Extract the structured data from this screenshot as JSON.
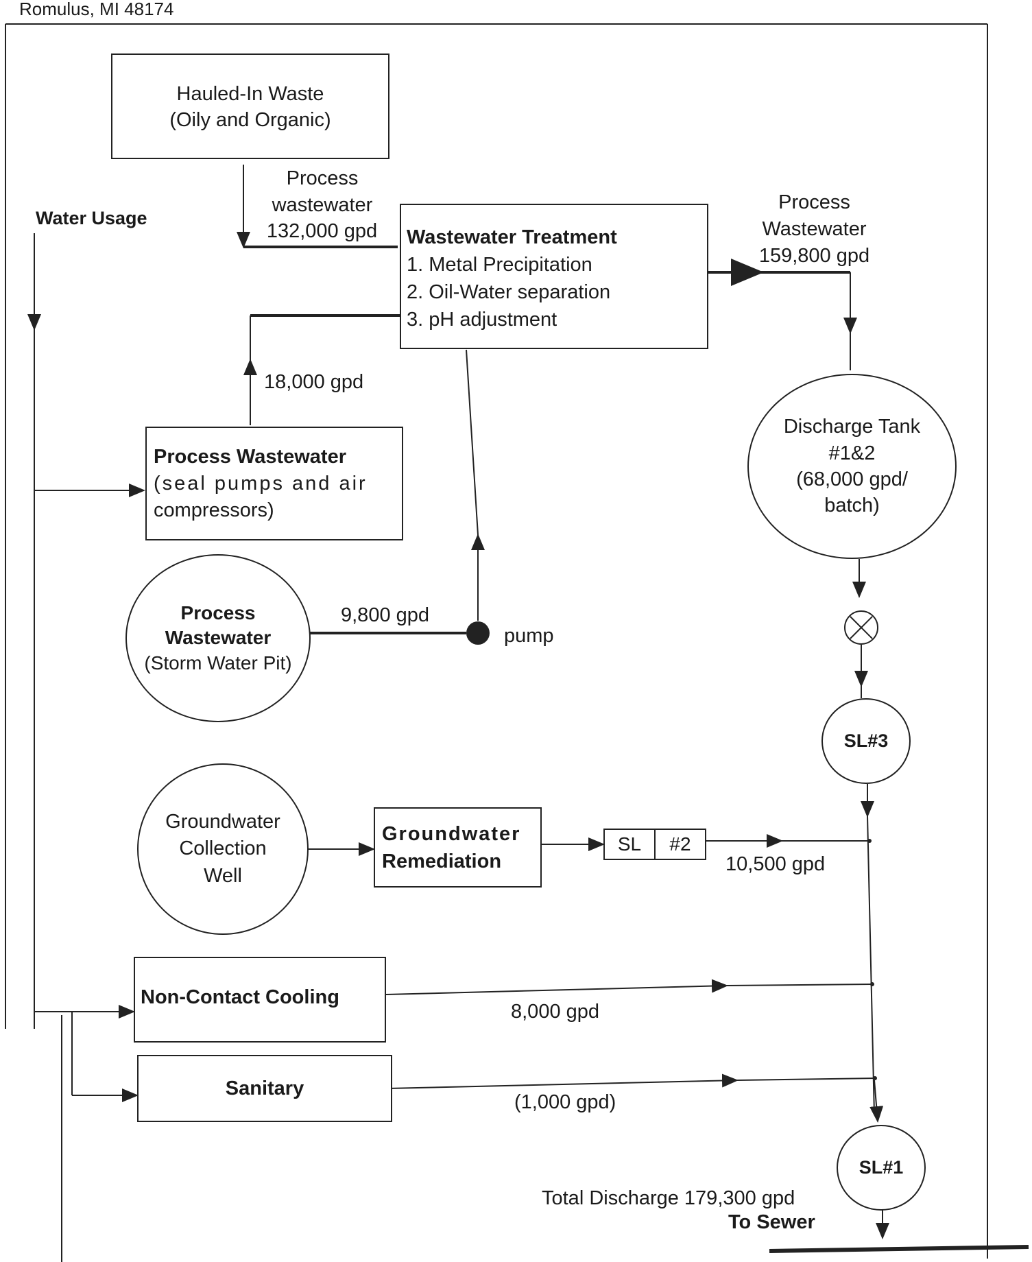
{
  "header": {
    "address": "Romulus, MI 48174"
  },
  "water_usage": {
    "label": "Water Usage"
  },
  "hauled_in": {
    "line1": "Hauled-In Waste",
    "line2": "(Oily and Organic)"
  },
  "flow_hauled": {
    "line1": "Process",
    "line2": "wastewater",
    "line3": "132,000 gpd"
  },
  "treatment": {
    "title": "Wastewater Treatment",
    "step1": "1. Metal Precipitation",
    "step2": "2. Oil-Water separation",
    "step3": "3. pH adjustment"
  },
  "flow_out": {
    "line1": "Process",
    "line2": "Wastewater",
    "line3": "159,800 gpd"
  },
  "flow_18000": {
    "label": "18,000 gpd"
  },
  "seal_pumps": {
    "title": "Process Wastewater",
    "line2": "(seal pumps and air",
    "line3": "compressors)"
  },
  "discharge_tank": {
    "line1": "Discharge Tank",
    "line2": "#1&2",
    "line3": "(68,000 gpd/",
    "line4": "batch)"
  },
  "storm_pit": {
    "line1": "Process",
    "line2": "Wastewater",
    "line3": "(Storm Water Pit)"
  },
  "flow_9800": {
    "label": "9,800 gpd"
  },
  "pump": {
    "label": "pump"
  },
  "sl3": {
    "label": "SL#3"
  },
  "gw_well": {
    "line1": "Groundwater",
    "line2": "Collection",
    "line3": "Well"
  },
  "gw_remediation": {
    "line1": "Groundwater",
    "line2": "Remediation"
  },
  "sl2": {
    "left": "SL",
    "right": "#2"
  },
  "flow_10500": {
    "label": "10,500 gpd"
  },
  "cooling": {
    "label": "Non-Contact Cooling",
    "flow": "8,000 gpd"
  },
  "sanitary": {
    "label": "Sanitary",
    "flow": "(1,000 gpd)"
  },
  "sl1": {
    "label": "SL#1"
  },
  "total": {
    "line1": "Total Discharge 179,300 gpd",
    "line2": "To Sewer"
  }
}
